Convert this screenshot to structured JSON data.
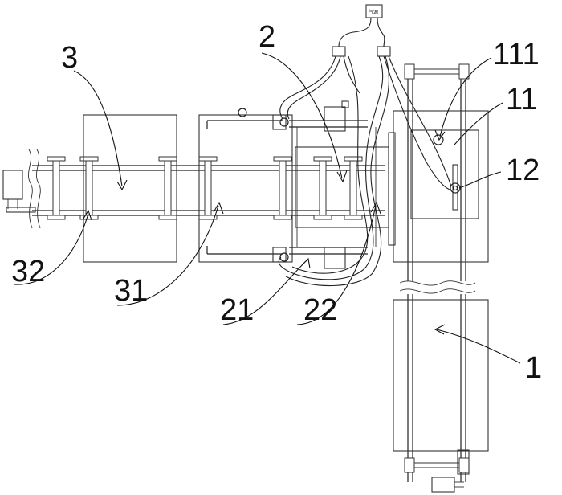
{
  "figure": {
    "source_label": "气源",
    "reference_numerals": {
      "conveyor_1": "1",
      "unit_11": "11",
      "sensor_111": "111",
      "part_12": "12",
      "assembly_2": "2",
      "part_21": "21",
      "part_22": "22",
      "conveyor_3": "3",
      "part_31": "31",
      "part_32": "32"
    }
  }
}
